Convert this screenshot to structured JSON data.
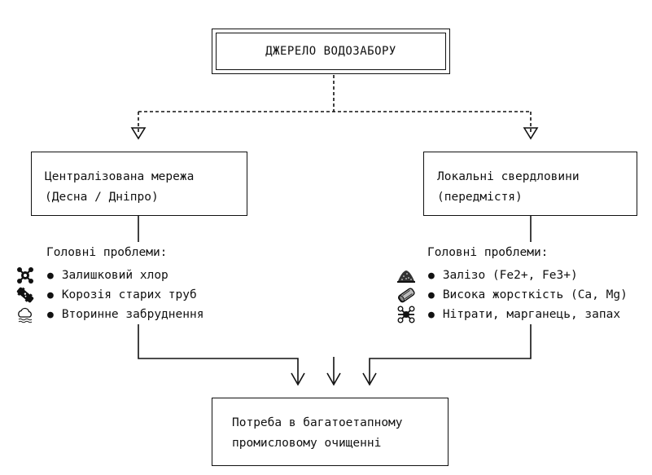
{
  "source": {
    "title": "ДЖЕРЕЛО ВОДОЗАБОРУ"
  },
  "left": {
    "title_lines": [
      "Централізована мережа",
      "(Десна / Дніпро)"
    ],
    "issues_title": "Головні проблеми:",
    "issues": [
      {
        "icon": "chlorine-molecule-icon",
        "text": "Залишковий хлор"
      },
      {
        "icon": "corroded-pipe-icon",
        "text": "Корозія старих труб"
      },
      {
        "icon": "polluted-cloud-icon",
        "text": "Вторинне забруднення"
      }
    ]
  },
  "right": {
    "title_lines": [
      "Локальні свердловини",
      "(передмістя)"
    ],
    "issues_title": "Головні проблеми:",
    "issues": [
      {
        "icon": "iron-sediment-icon",
        "text": "Залізо (Fe2+, Fe3+)"
      },
      {
        "icon": "scale-deposit-icon",
        "text": "Висока жорсткість (Ca, Mg)"
      },
      {
        "icon": "nitrate-molecule-icon",
        "text": "Нітрати, марганець, запах"
      }
    ]
  },
  "result": {
    "title_lines": [
      "Потреба в багатоетапному",
      "промисловому очищенні"
    ]
  }
}
